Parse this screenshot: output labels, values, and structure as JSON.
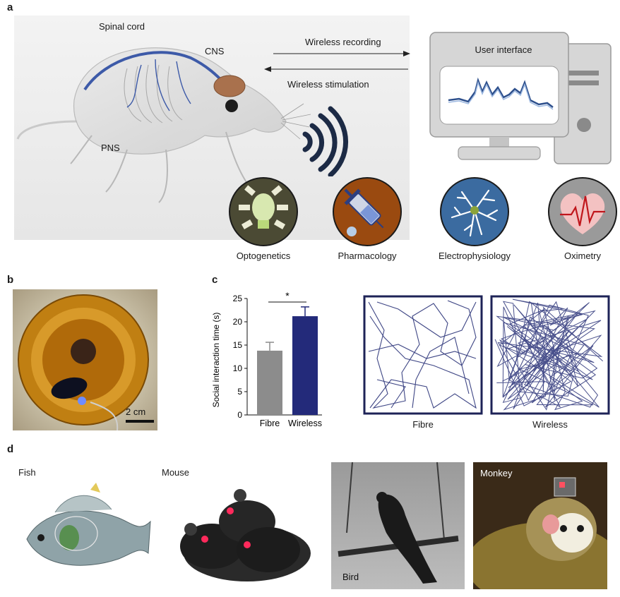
{
  "panel_a": {
    "letter": "a",
    "labels": {
      "spinal_cord": "Spinal cord",
      "cns": "CNS",
      "pns": "PNS",
      "wireless_recording": "Wireless recording",
      "wireless_stimulation": "Wireless stimulation",
      "user_interface": "User interface"
    },
    "modalities": [
      {
        "label": "Optogenetics",
        "icon": "bulb-icon"
      },
      {
        "label": "Pharmacology",
        "icon": "syringe-icon"
      },
      {
        "label": "Electrophysiology",
        "icon": "neuron-icon"
      },
      {
        "label": "Oximetry",
        "icon": "heart-icon"
      }
    ]
  },
  "panel_b": {
    "letter": "b",
    "scale_bar": "2 cm"
  },
  "panel_c": {
    "letter": "c",
    "significance": "*",
    "trace_labels": [
      "Fibre",
      "Wireless"
    ],
    "chart_data": {
      "type": "bar",
      "categories": [
        "Fibre",
        "Wireless"
      ],
      "values": [
        13.8,
        21.2
      ],
      "errors": [
        1.8,
        2.0
      ],
      "ylabel": "Social interaction time (s)",
      "ylim": [
        0,
        25
      ],
      "yticks": [
        0,
        5,
        10,
        15,
        20,
        25
      ],
      "colors": [
        "#8c8c8c",
        "#232a7a"
      ]
    }
  },
  "panel_d": {
    "letter": "d",
    "labels": {
      "fish": "Fish",
      "mouse": "Mouse",
      "bird": "Bird",
      "monkey": "Monkey"
    }
  }
}
